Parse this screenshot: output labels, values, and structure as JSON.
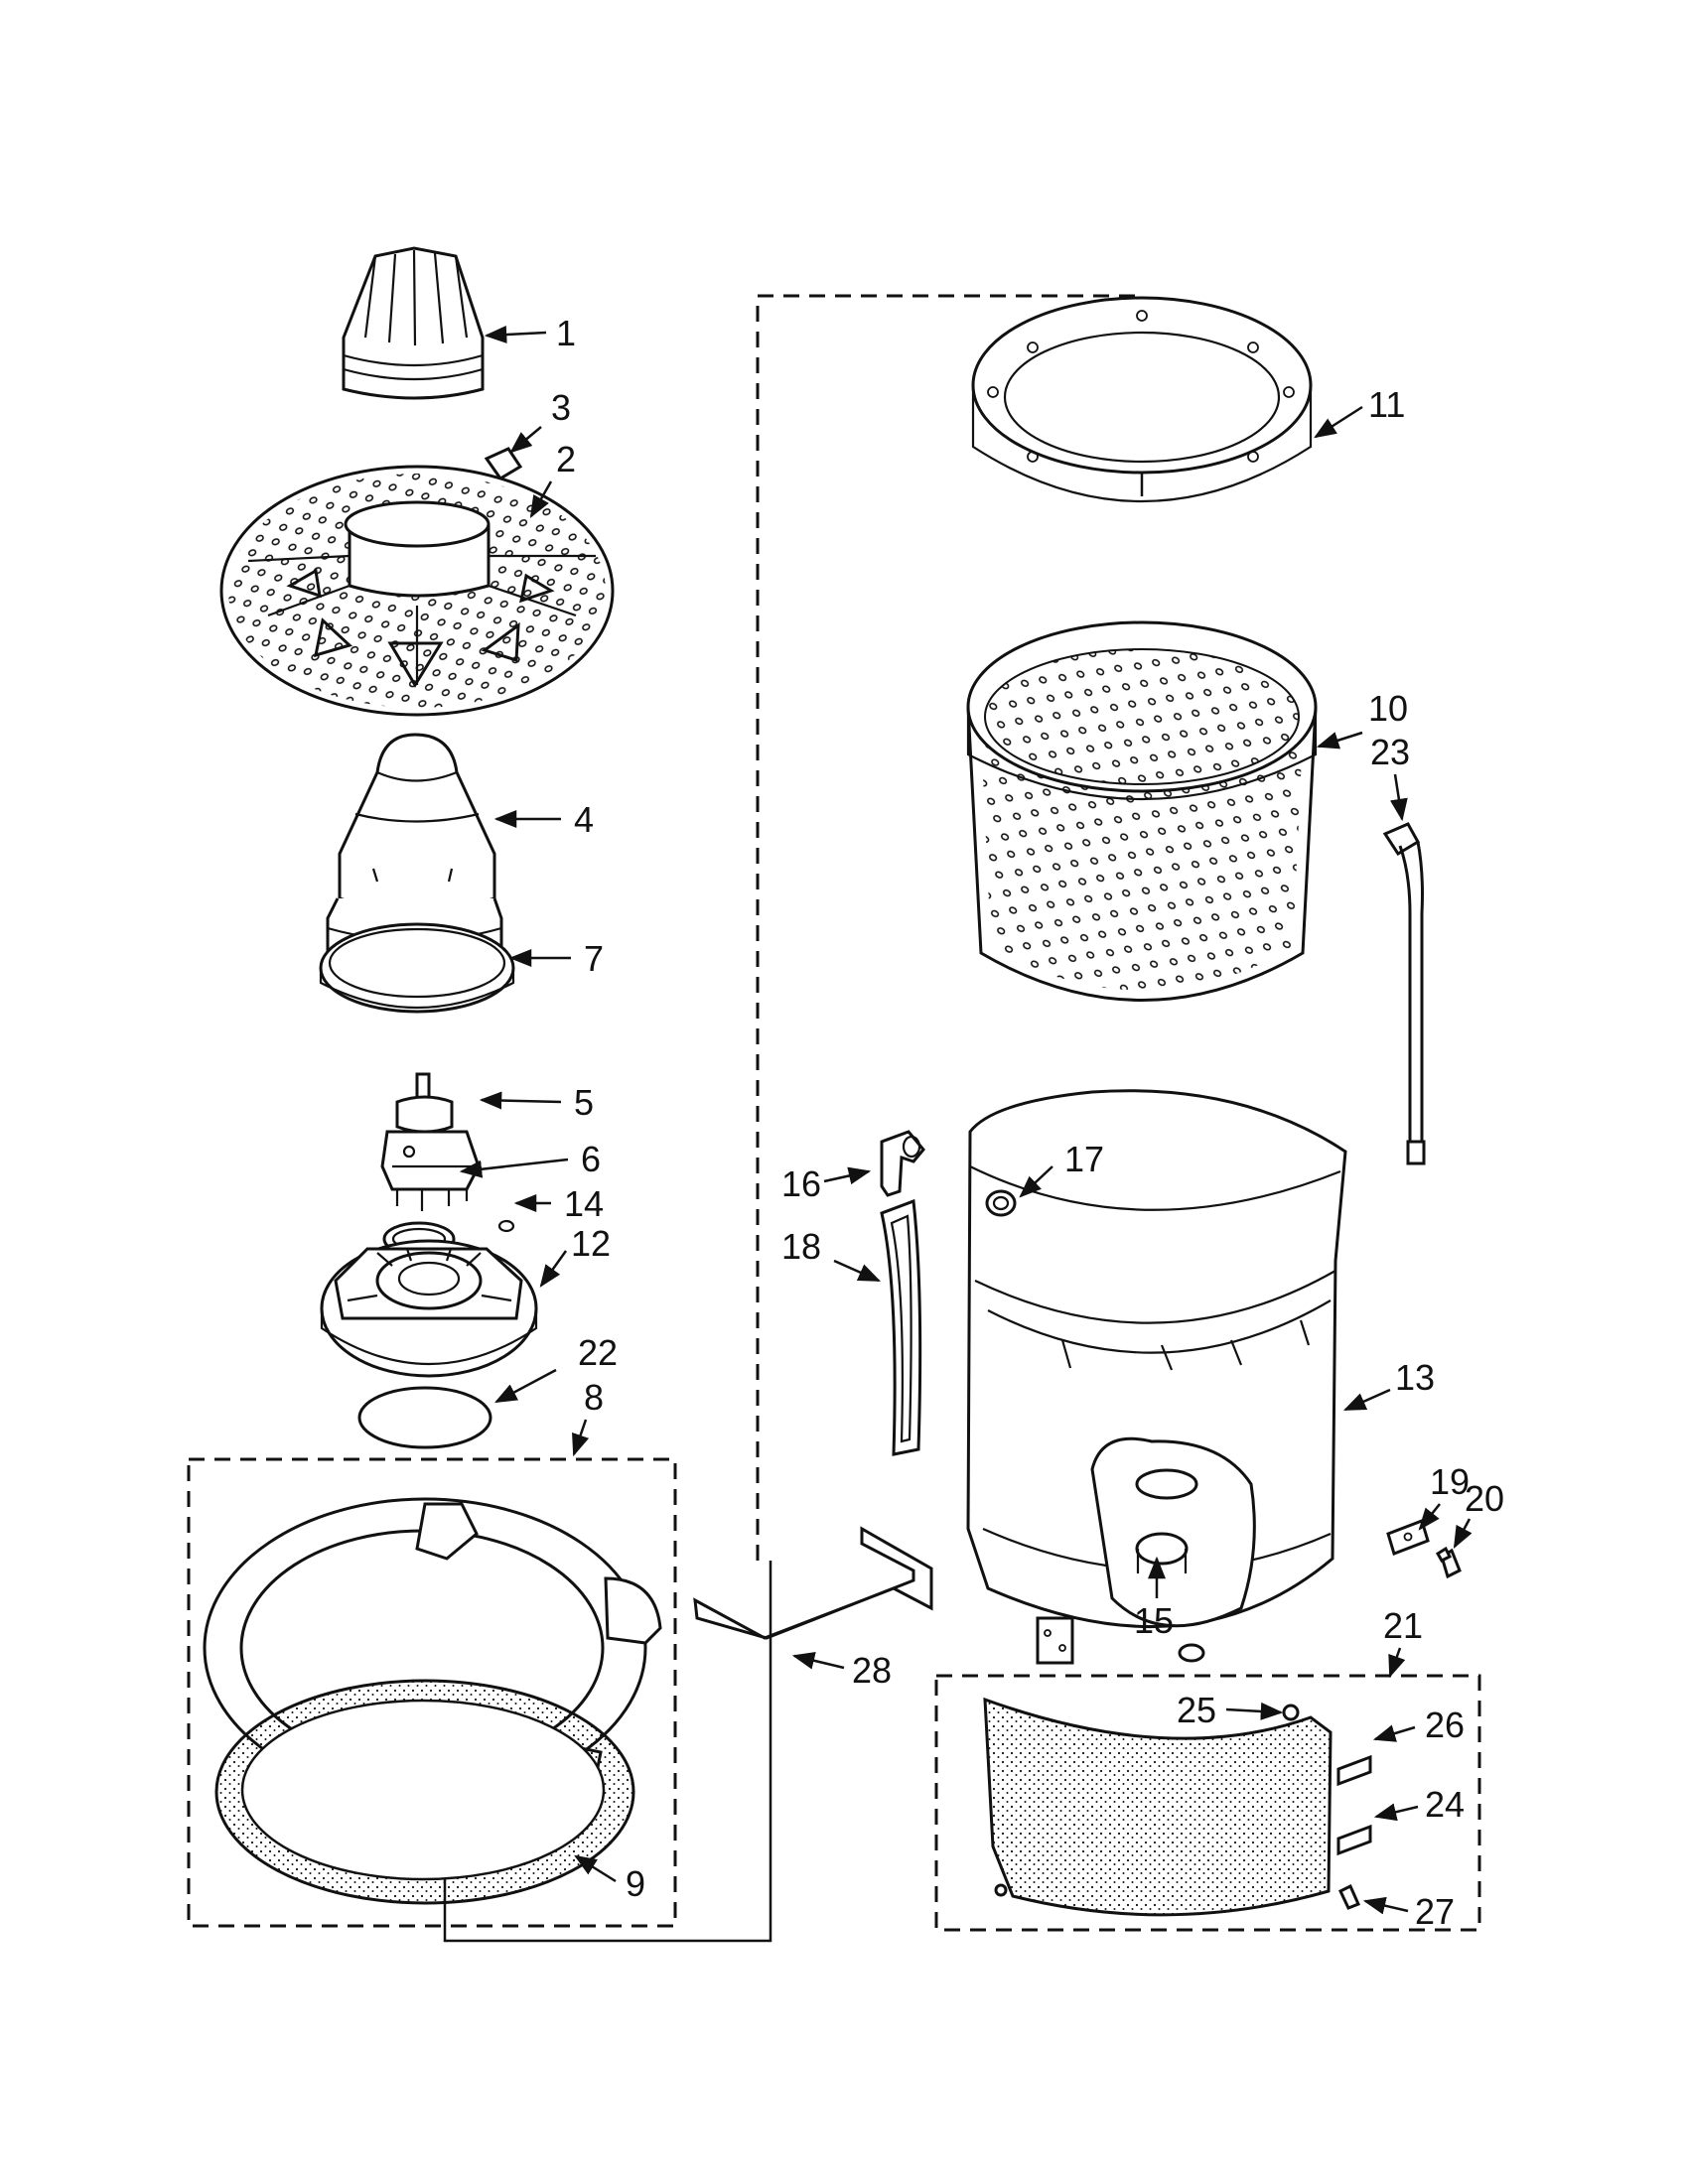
{
  "callouts": [
    {
      "id": "c1",
      "text": "1"
    },
    {
      "id": "c2",
      "text": "2"
    },
    {
      "id": "c3",
      "text": "3"
    },
    {
      "id": "c4",
      "text": "4"
    },
    {
      "id": "c5",
      "text": "5"
    },
    {
      "id": "c6",
      "text": "6"
    },
    {
      "id": "c7",
      "text": "7"
    },
    {
      "id": "c8",
      "text": "8"
    },
    {
      "id": "c9",
      "text": "9"
    },
    {
      "id": "c10",
      "text": "10"
    },
    {
      "id": "c11",
      "text": "11"
    },
    {
      "id": "c12",
      "text": "12"
    },
    {
      "id": "c13",
      "text": "13"
    },
    {
      "id": "c14",
      "text": "14"
    },
    {
      "id": "c15",
      "text": "15"
    },
    {
      "id": "c16",
      "text": "16"
    },
    {
      "id": "c17",
      "text": "17"
    },
    {
      "id": "c18",
      "text": "18"
    },
    {
      "id": "c19",
      "text": "19"
    },
    {
      "id": "c20",
      "text": "20"
    },
    {
      "id": "c21",
      "text": "21"
    },
    {
      "id": "c22",
      "text": "22"
    },
    {
      "id": "c23",
      "text": "23"
    },
    {
      "id": "c24",
      "text": "24"
    },
    {
      "id": "c25",
      "text": "25"
    },
    {
      "id": "c26",
      "text": "26"
    },
    {
      "id": "c27",
      "text": "27"
    },
    {
      "id": "c28",
      "text": "28"
    }
  ]
}
